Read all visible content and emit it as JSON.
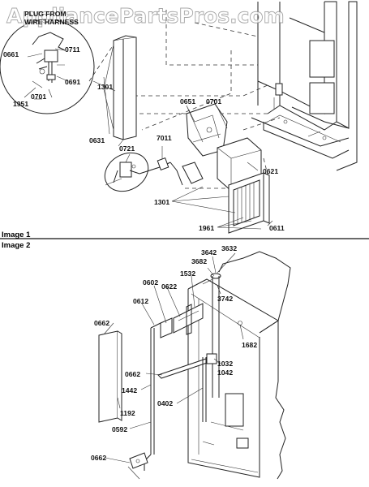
{
  "watermark": "AppliancePartsPros.com",
  "sections": [
    "Image 1",
    "Image 2"
  ],
  "callout": {
    "line1": "PLUG FROM",
    "line2": "WIRE HARNESS"
  },
  "image1_labels": [
    "0661",
    "0711",
    "0691",
    "0701",
    "1951",
    "1301",
    "0631",
    "0721",
    "7011",
    "0651",
    "0701",
    "0621",
    "1301",
    "1961",
    "0611"
  ],
  "image2_labels": [
    "3632",
    "3642",
    "3682",
    "1532",
    "3742",
    "0602",
    "0622",
    "0612",
    "0662",
    "1682",
    "0662",
    "1032",
    "1042",
    "1442",
    "1192",
    "0402",
    "0592",
    "0662"
  ]
}
